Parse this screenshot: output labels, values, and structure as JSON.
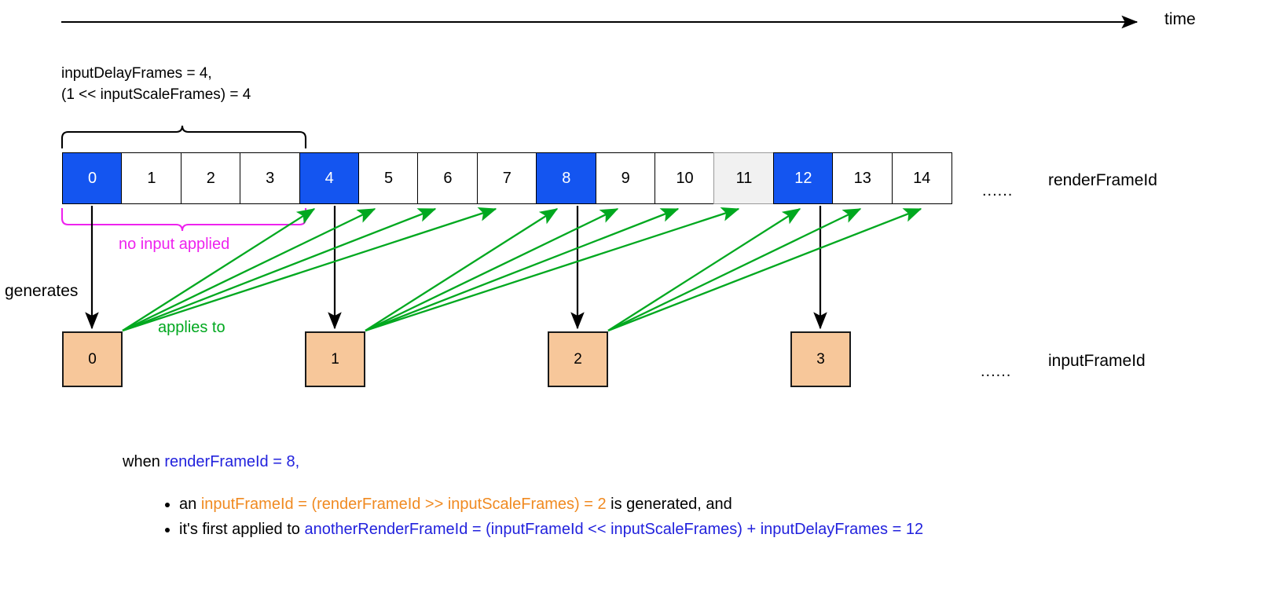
{
  "diagram": {
    "time_axis": {
      "label": "time",
      "arrow": "right-arrow"
    },
    "parameters": {
      "line1": "inputDelayFrames = 4,",
      "line2": "(1 << inputScaleFrames) = 4"
    },
    "render_row": {
      "label": "renderFrameId",
      "ellipsis": "......",
      "cells": [
        {
          "id": "0",
          "style": "blue"
        },
        {
          "id": "1",
          "style": "plain"
        },
        {
          "id": "2",
          "style": "plain"
        },
        {
          "id": "3",
          "style": "plain"
        },
        {
          "id": "4",
          "style": "blue"
        },
        {
          "id": "5",
          "style": "plain"
        },
        {
          "id": "6",
          "style": "plain"
        },
        {
          "id": "7",
          "style": "plain"
        },
        {
          "id": "8",
          "style": "blue"
        },
        {
          "id": "9",
          "style": "plain"
        },
        {
          "id": "10",
          "style": "plain"
        },
        {
          "id": "11",
          "style": "gray"
        },
        {
          "id": "12",
          "style": "blue"
        },
        {
          "id": "13",
          "style": "plain"
        },
        {
          "id": "14",
          "style": "plain"
        }
      ]
    },
    "input_row": {
      "label": "inputFrameId",
      "ellipsis": "......",
      "boxes": [
        {
          "id": "0"
        },
        {
          "id": "1"
        },
        {
          "id": "2"
        },
        {
          "id": "3"
        }
      ]
    },
    "annotations": {
      "no_input_applied": "no input applied",
      "generates": "generates",
      "applies_to": "applies to"
    },
    "explanation": {
      "when_prefix": "when ",
      "when_expr": "renderFrameId = 8",
      "when_suffix": ",",
      "bullet1": {
        "prefix": "an ",
        "expr": "inputFrameId = (renderFrameId >> inputScaleFrames) = 2",
        "suffix": " is generated, and"
      },
      "bullet2": {
        "prefix": "it's first applied to ",
        "expr": "anotherRenderFrameId = (inputFrameId << inputScaleFrames) + inputDelayFrames = 12",
        "suffix": ""
      }
    },
    "colors": {
      "blue_cell": "#1455f0",
      "gray_cell": "#f1f1f1",
      "input_box": "#f7c79a",
      "green_arrow": "#00a81f",
      "magenta_brace": "#ee22ee",
      "blue_text": "#2222dd",
      "orange_text": "#f08a21"
    }
  }
}
